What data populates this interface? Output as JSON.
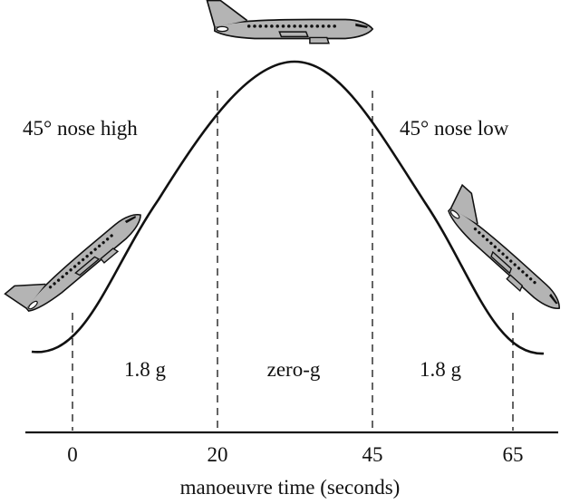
{
  "labels": {
    "nose_high": "45° nose high",
    "nose_low": "45° nose low",
    "phase_pull_up": "1.8 g",
    "phase_zero_g": "zero-g",
    "phase_pull_out": "1.8 g"
  },
  "axis": {
    "title": "manoeuvre time (seconds)",
    "ticks": [
      "0",
      "20",
      "45",
      "65"
    ]
  },
  "icons": {
    "aircraft": "airplane-icon"
  },
  "colors": {
    "aircraft_body": "#b4b4b4",
    "line": "#111111"
  }
}
